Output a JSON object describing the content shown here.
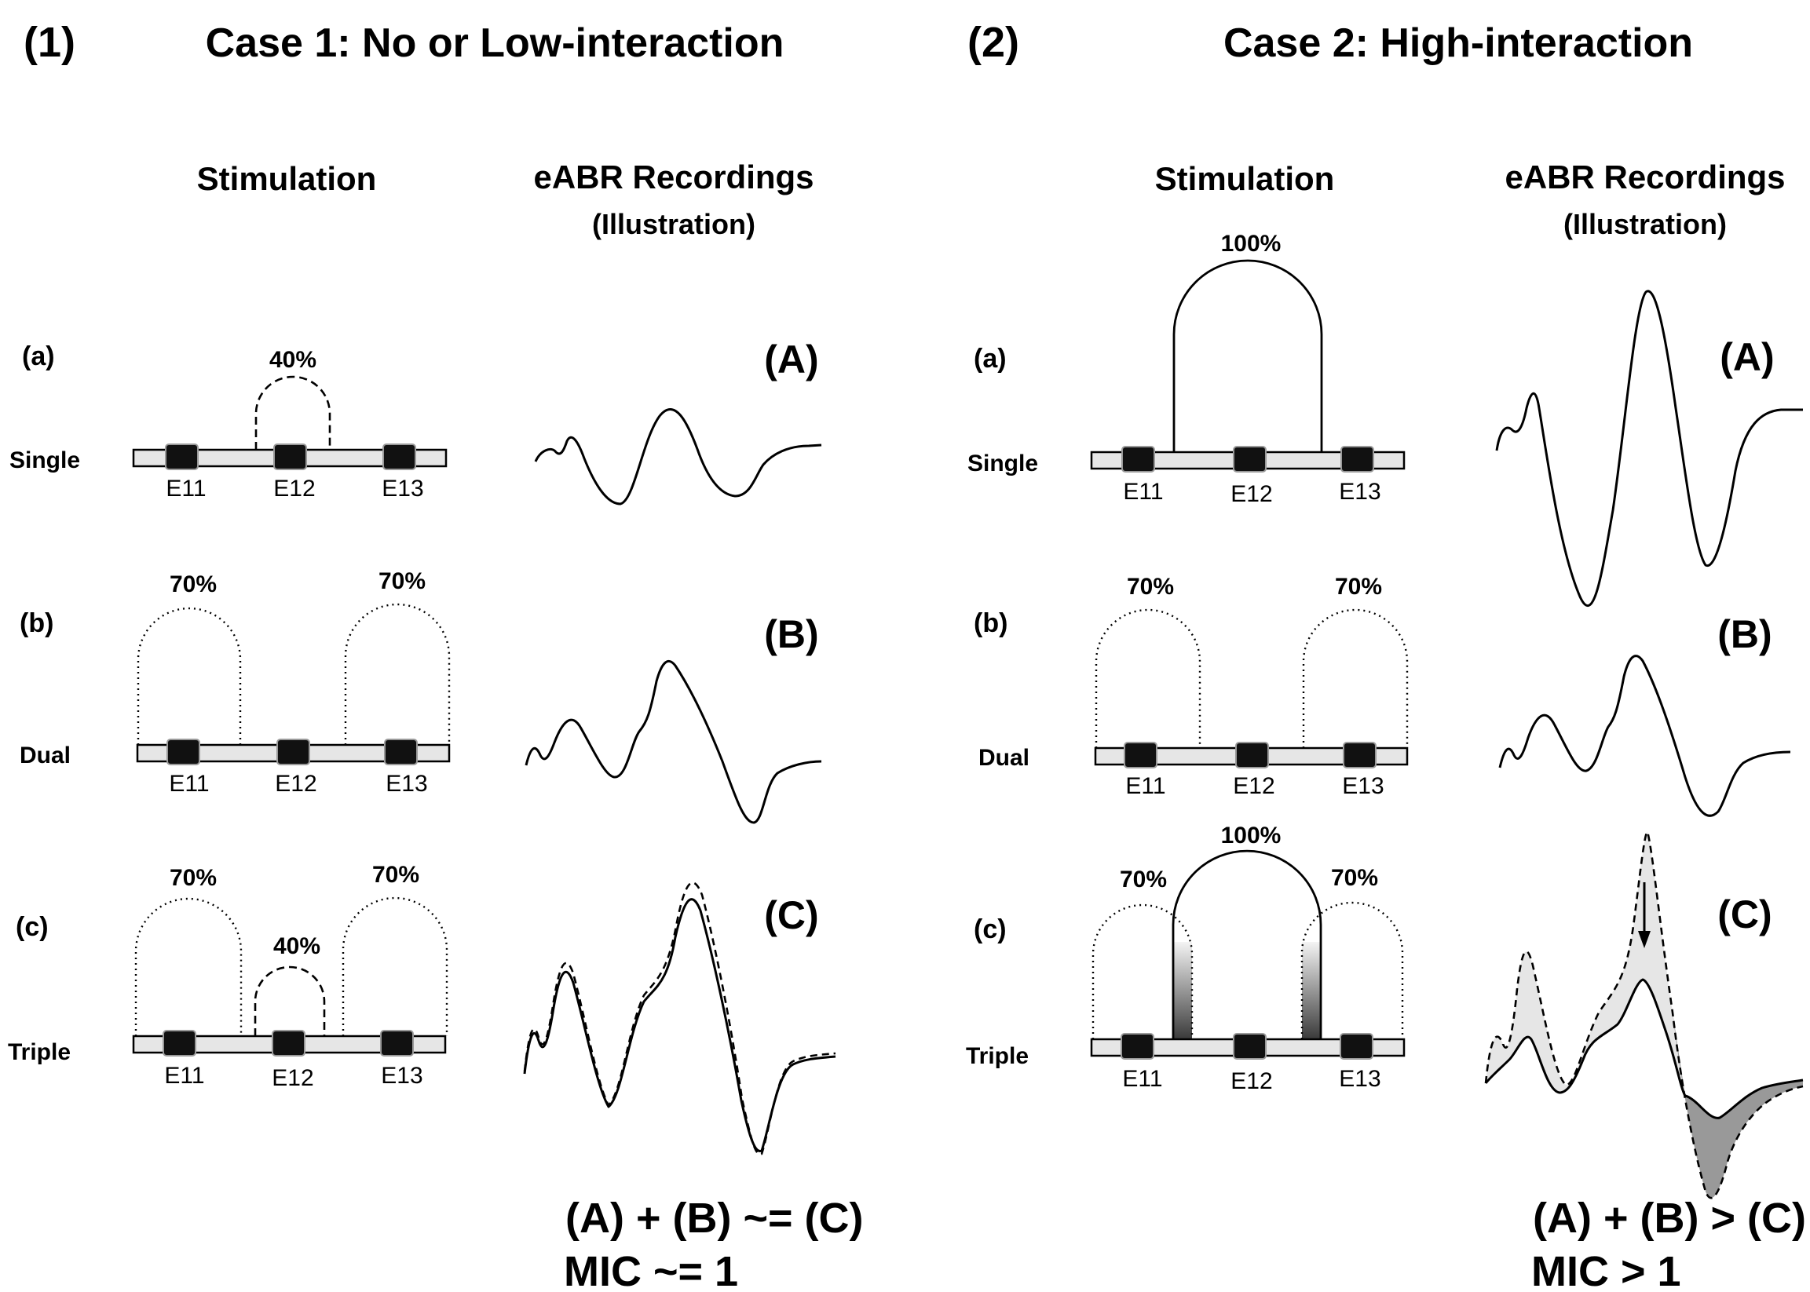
{
  "panels": [
    {
      "number": "(1)",
      "title": "Case 1: No or Low-interaction",
      "stim_header": "Stimulation",
      "rec_header": "eABR Recordings",
      "rec_subheader": "(Illustration)",
      "rows": [
        {
          "id": "(a)",
          "mode": "Single",
          "letter": "(A)",
          "labels": [
            "40%"
          ]
        },
        {
          "id": "(b)",
          "mode": "Dual",
          "letter": "(B)",
          "labels": [
            "70%",
            "70%"
          ]
        },
        {
          "id": "(c)",
          "mode": "Triple",
          "letter": "(C)",
          "labels": [
            "70%",
            "40%",
            "70%"
          ]
        }
      ],
      "electrodes": [
        "E11",
        "E12",
        "E13"
      ],
      "equation": "(A) + (B) ~= (C)",
      "mic": "MIC ~= 1"
    },
    {
      "number": "(2)",
      "title": "Case 2: High-interaction",
      "stim_header": "Stimulation",
      "rec_header": "eABR Recordings",
      "rec_subheader": "(Illustration)",
      "rows": [
        {
          "id": "(a)",
          "mode": "Single",
          "letter": "(A)",
          "labels": [
            "100%"
          ]
        },
        {
          "id": "(b)",
          "mode": "Dual",
          "letter": "(B)",
          "labels": [
            "70%",
            "70%"
          ]
        },
        {
          "id": "(c)",
          "mode": "Triple",
          "letter": "(C)",
          "labels": [
            "70%",
            "100%",
            "70%"
          ]
        }
      ],
      "electrodes": [
        "E11",
        "E12",
        "E13"
      ],
      "equation": "(A) + (B) > (C)",
      "mic": "MIC > 1"
    }
  ]
}
